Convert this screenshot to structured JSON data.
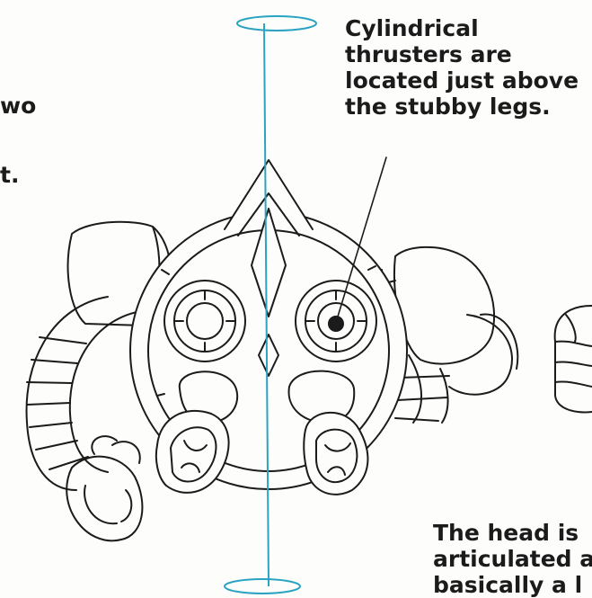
{
  "captions": {
    "thrusters": [
      "Cylindrical",
      "thrusters are",
      "located just above",
      "the stubby legs."
    ],
    "head": [
      "The head is",
      "articulated a",
      "basically a l"
    ]
  },
  "left_fragments": [
    "wo",
    "t."
  ],
  "colors": {
    "axis": "#2aa3c2",
    "ink": "#1b1b1b",
    "paper": "#fdfdfb"
  }
}
